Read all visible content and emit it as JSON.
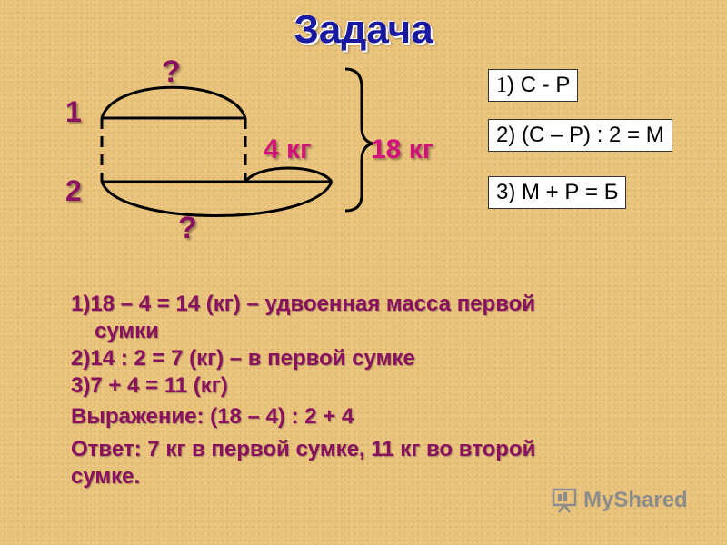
{
  "title": "Задача",
  "diagram": {
    "question_top": "?",
    "question_bottom": "?",
    "row1": "1",
    "row2": "2",
    "diff_label": "4 кг",
    "total_label": "18 кг"
  },
  "formulas": [
    {
      "num": "1",
      "text": ") С - Р"
    },
    {
      "num": "2)",
      "text": " (С – Р) : 2 = М"
    },
    {
      "num": "3)",
      "text": " М + Р = Б"
    }
  ],
  "solution": {
    "step1_a": "1)18 – 4 = 14 (кг) – удвоенная масса первой",
    "step1_b": "сумки",
    "step2": "2)14 : 2 = 7 (кг) – в первой сумке",
    "step3": "3)7 + 4 = 11 (кг)",
    "expression": "Выражение: (18 – 4) : 2 + 4",
    "answer_a": "Ответ: 7 кг в первой сумке, 11 кг во второй",
    "answer_b": "сумке."
  },
  "watermark": "MyShared",
  "colors": {
    "background": "#e9c27a",
    "title": "#1a1aa0",
    "text": "#8a1060",
    "accent": "#d4117a"
  }
}
